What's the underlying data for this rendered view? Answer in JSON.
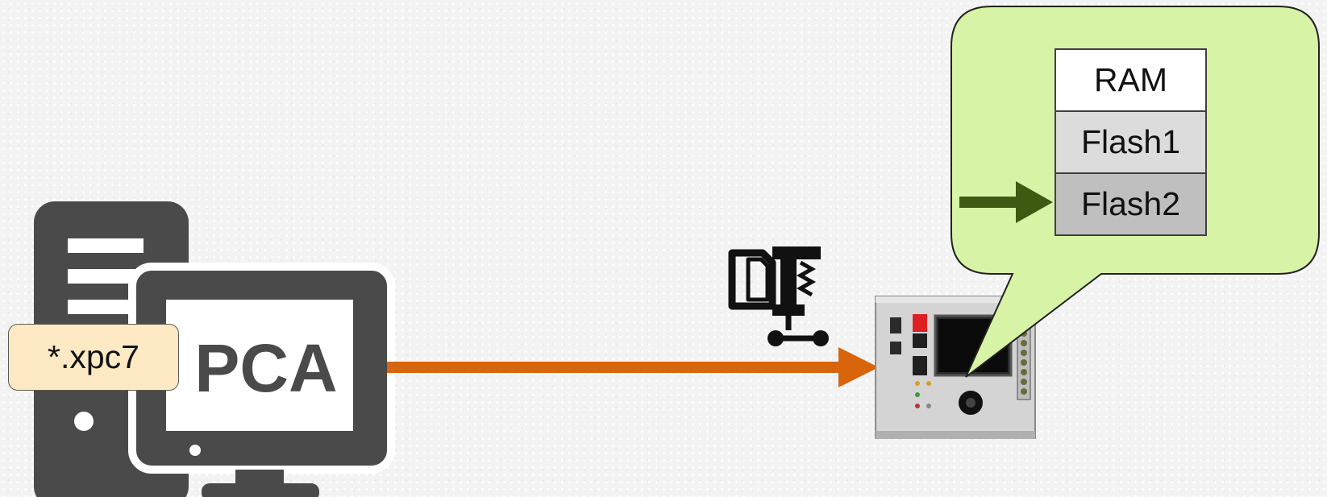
{
  "pc": {
    "screen_label": "PCA",
    "file_label": "*.xpc7",
    "icon": "desktop-computer-icon",
    "body_color": "#4a4a4a"
  },
  "transfer": {
    "icon": "compressed-file-icon",
    "arrow_color": "#d8640b"
  },
  "device": {
    "icon": "controller-device-image"
  },
  "callout": {
    "fill_color": "#d7f3a6",
    "border_color": "#222222",
    "pointer_arrow_color": "#3e5a12",
    "memory": [
      {
        "label": "RAM",
        "color": "#ffffff"
      },
      {
        "label": "Flash1",
        "color": "#dcdcdc"
      },
      {
        "label": "Flash2",
        "color": "#bfbfbf"
      }
    ],
    "selected": "Flash2"
  }
}
